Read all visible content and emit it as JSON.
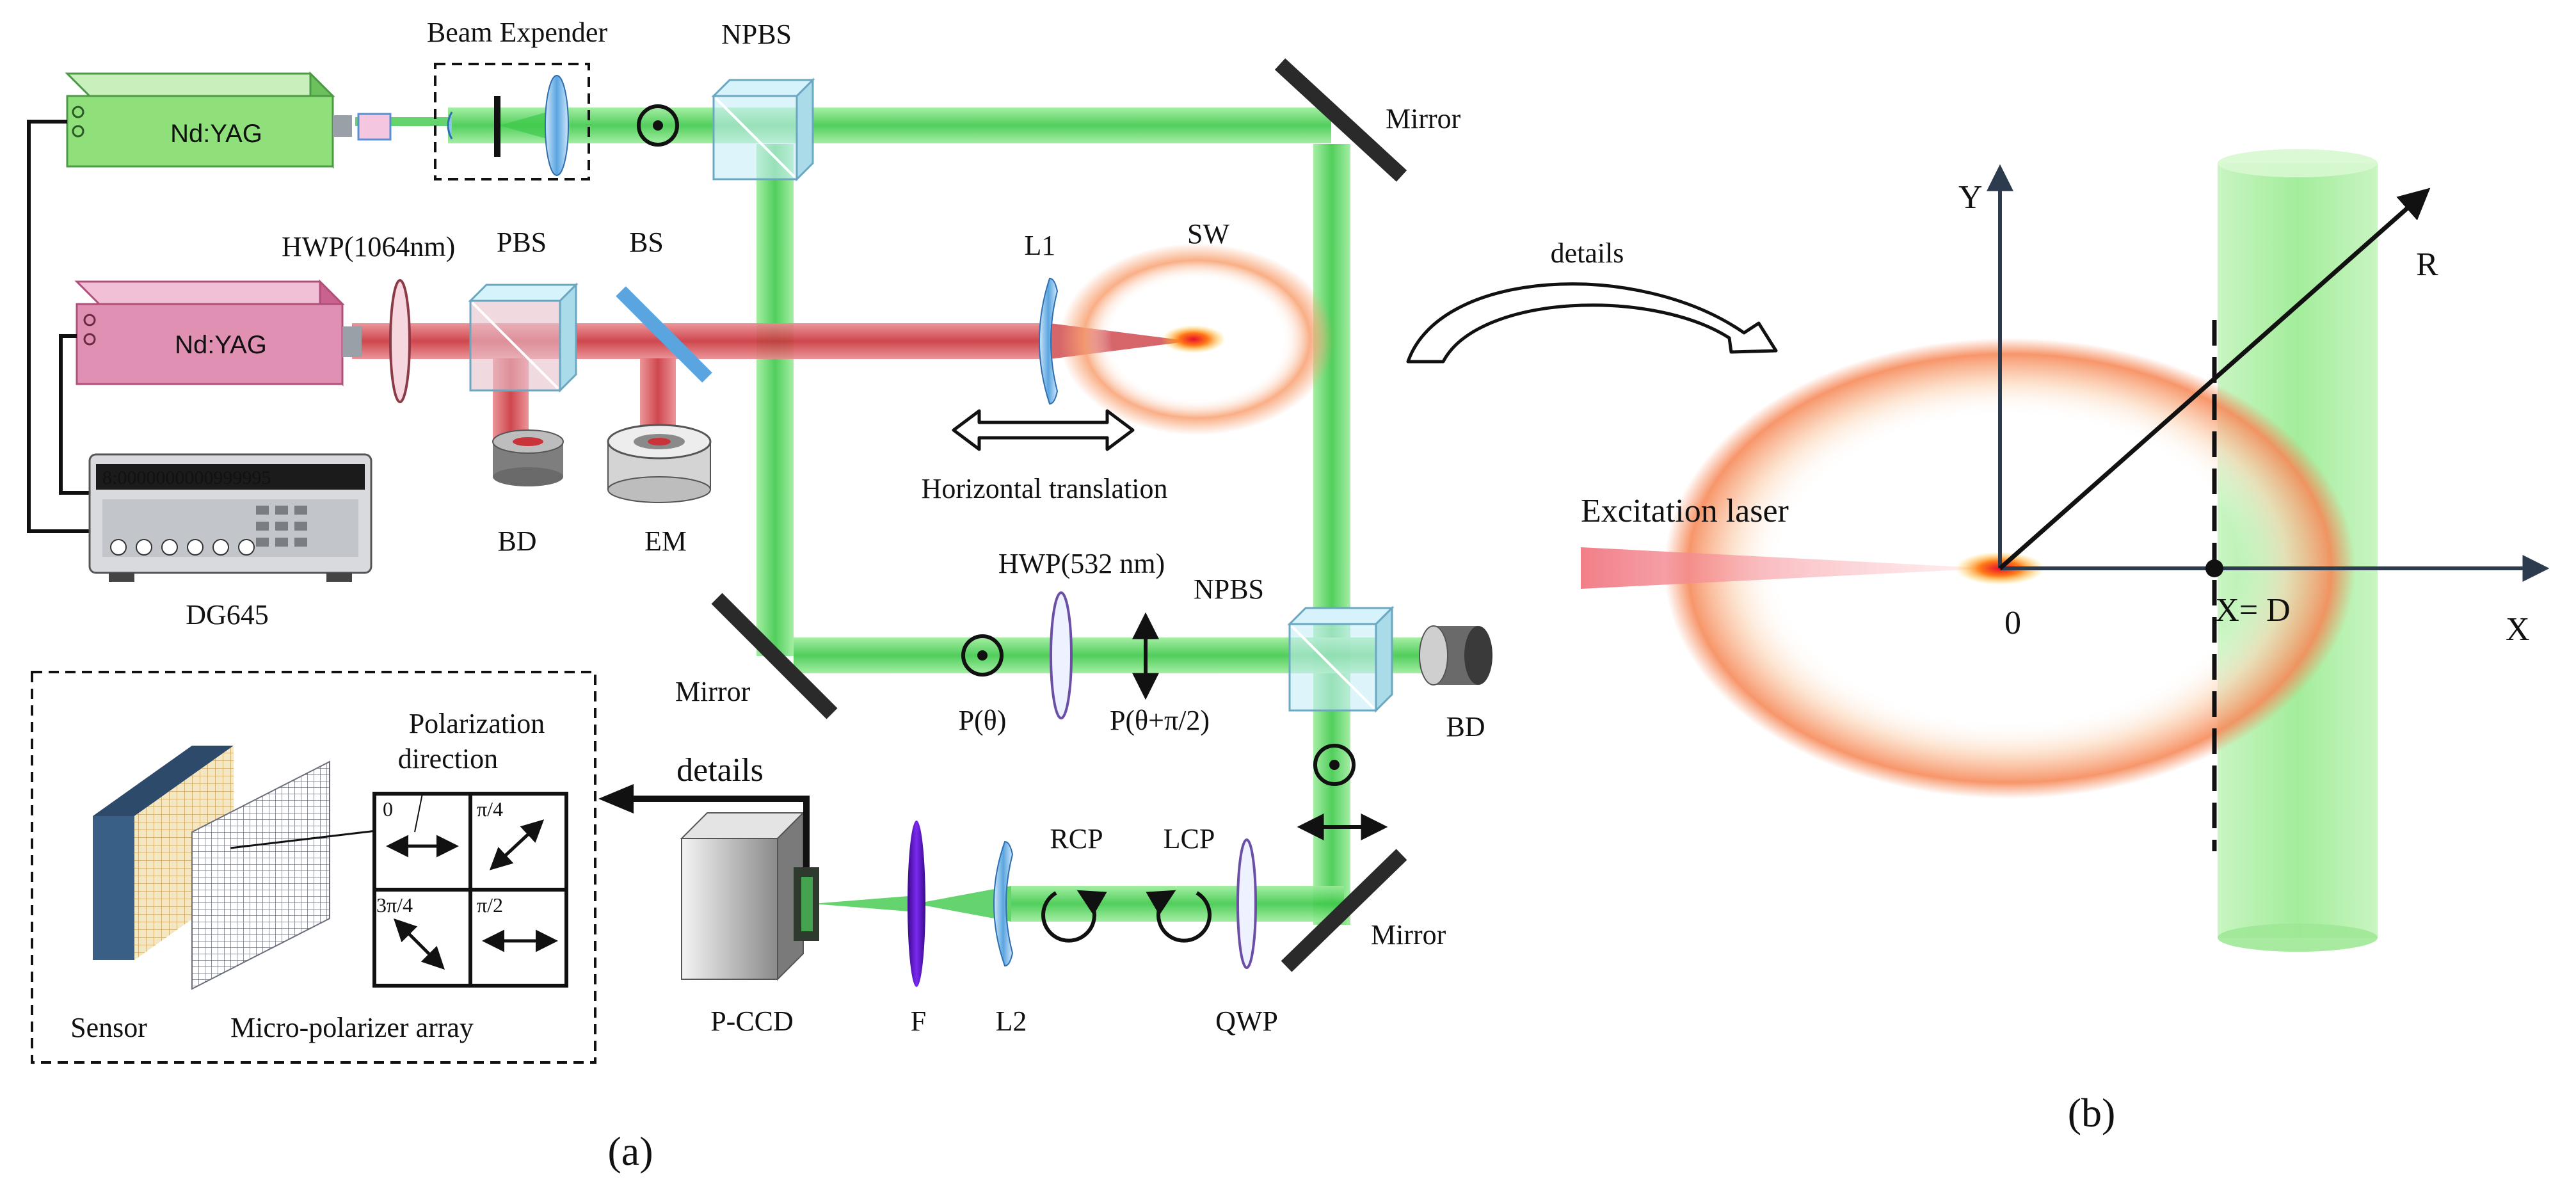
{
  "panel_a": {
    "caption": "(a)",
    "lasers": {
      "green_label": "Nd:YAG",
      "red_label": "Nd:YAG"
    },
    "labels": {
      "beam_expander": "Beam Expender",
      "npbs_top": "NPBS",
      "mirror_top_right": "Mirror",
      "hwp_1064": "HWP(1064nm)",
      "pbs": "PBS",
      "bs": "BS",
      "l1": "L1",
      "sw": "SW",
      "bd_left": "BD",
      "em": "EM",
      "horizontal_translation": "Horizontal translation",
      "dg645": "DG645",
      "mirror_bottom_left": "Mirror",
      "hwp_532": "HWP(532 nm)",
      "npbs_bottom": "NPBS",
      "p_theta": "P(θ)",
      "p_theta_pi2": "P(θ+π/2)",
      "bd_right": "BD",
      "details": "details",
      "rcp": "RCP",
      "lcp": "LCP",
      "mirror_bottom_right": "Mirror",
      "p_ccd": "P-CCD",
      "f": "F",
      "l2": "L2",
      "qwp": "QWP"
    },
    "inset": {
      "polarization_direction": [
        "Polarization",
        "direction"
      ],
      "angles": [
        "0",
        "π/4",
        "3π/4",
        "π/2"
      ],
      "sensor": "Sensor",
      "micro_polarizer_array": "Micro-polarizer array"
    },
    "dg645_display": "8:0000000000999995"
  },
  "details_arrow_label": "details",
  "panel_b": {
    "caption": "(b)",
    "excitation_laser": "Excitation laser",
    "axis_y": "Y",
    "axis_x": "X",
    "axis_r": "R",
    "origin": "0",
    "x_eq_d": "X= D"
  },
  "colors": {
    "green_beam": "#3ec94a",
    "red_beam": "#c9333a",
    "shockwave": "#f8a070",
    "optic_blue": "#8fc4ec",
    "green_laser_body": "#8fe07a",
    "red_laser_body": "#e090b2",
    "axis": "#2d3b4e"
  }
}
